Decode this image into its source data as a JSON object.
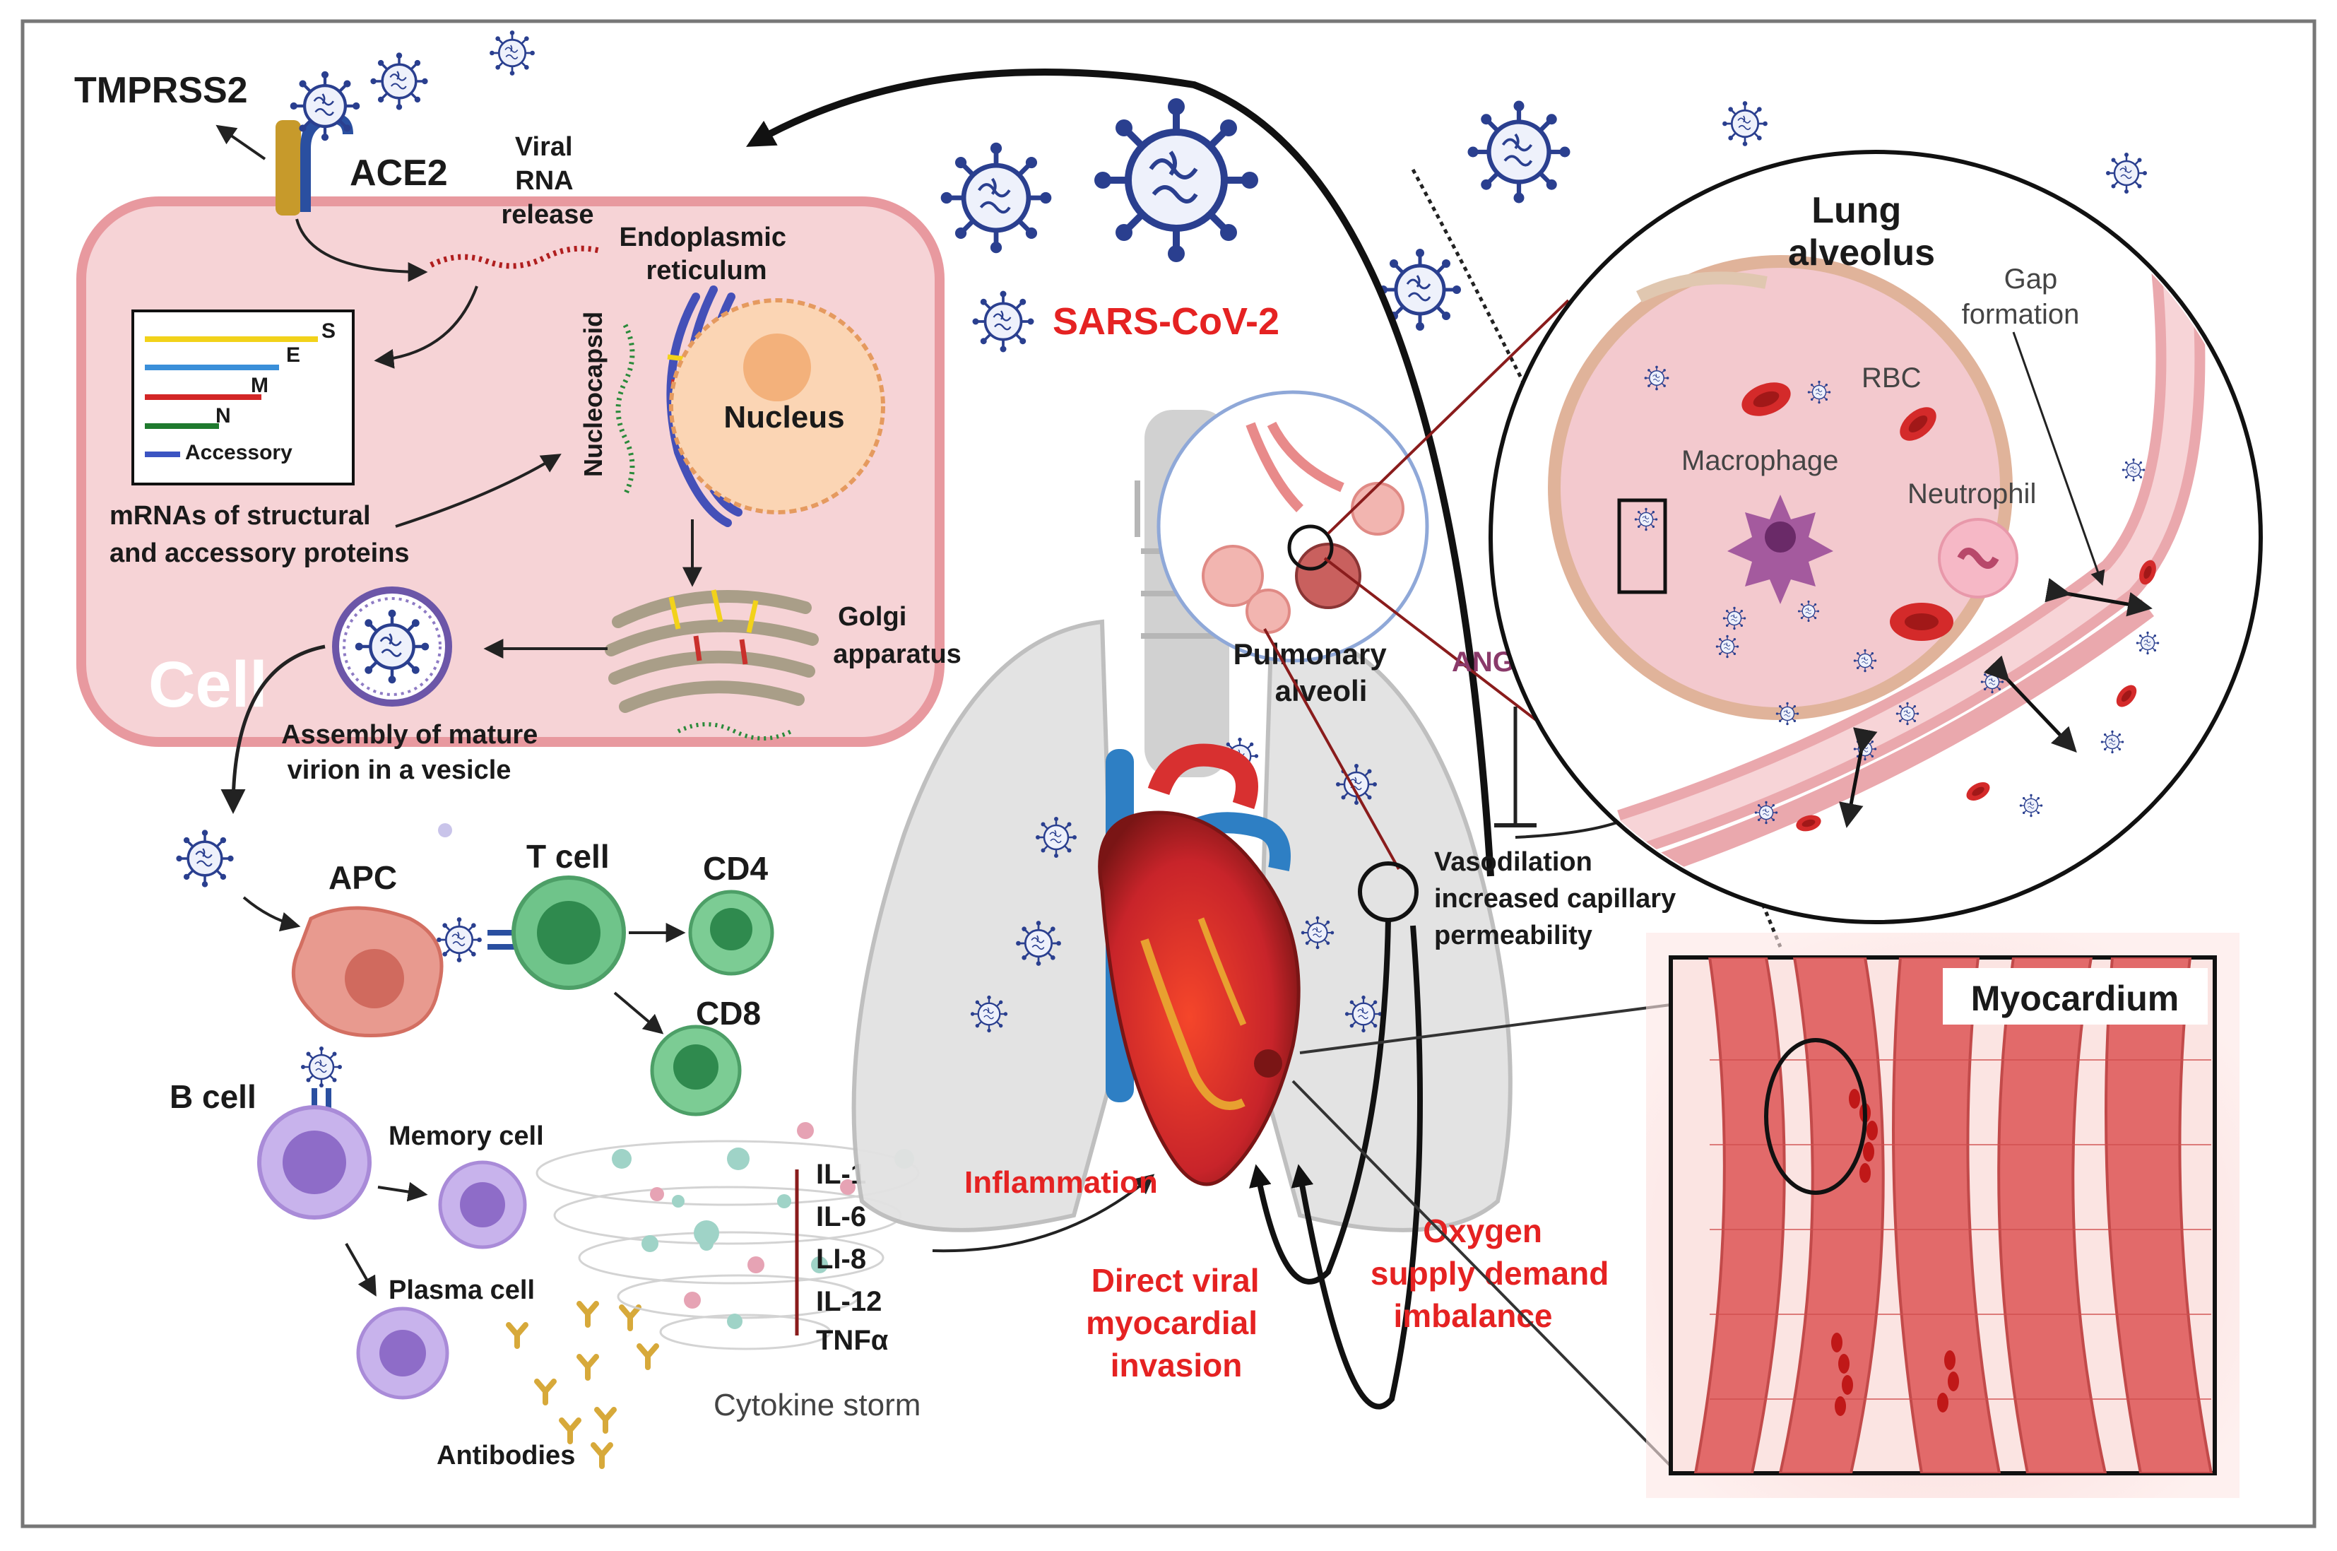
{
  "colors": {
    "cell_fill": "#f6d3d6",
    "cell_border": "#e8999f",
    "virus": "#2a3f8f",
    "alert_red": "#e52222",
    "ang_purple": "#8a3a6a",
    "apc": "#e89a8f",
    "t_cell": "#5db37a",
    "b_cell": "#b49ad8",
    "antibody": "#d7a93a",
    "myocardium": "#e26a6a"
  },
  "cell_section": {
    "tmprss2": "TMPRSS2",
    "ace2": "ACE2",
    "viral_rna_release": [
      "Viral",
      "RNA",
      "release"
    ],
    "er": [
      "Endoplasmic",
      "reticulum"
    ],
    "nucleocapsid": "Nucleocapsid",
    "nucleus": "Nucleus",
    "legend_items": [
      "S",
      "E",
      "M",
      "N",
      "Accessory"
    ],
    "mrna_label": [
      "mRNAs of structural",
      "and accessory proteins"
    ],
    "golgi": [
      "Golgi",
      "apparatus"
    ],
    "cell_word": "Cell",
    "assembly": [
      "Assembly of mature",
      "virion in a vesicle"
    ]
  },
  "immune_section": {
    "apc": "APC",
    "t_cell": "T cell",
    "cd4": "CD4",
    "cd8": "CD8",
    "b_cell": "B cell",
    "memory_cell": "Memory cell",
    "plasma_cell": "Plasma cell",
    "antibodies": "Antibodies",
    "cytokines": [
      "IL-1",
      "IL-6",
      "LI-8",
      "IL-12",
      "TNFα"
    ],
    "cytokine_storm": "Cytokine storm"
  },
  "center_section": {
    "sars": "SARS-CoV-2",
    "pulmonary_alveoli": [
      "Pulmonary",
      "alveoli"
    ],
    "inflammation": "Inflammation",
    "direct_viral": [
      "Direct viral",
      "myocardial",
      "invasion"
    ],
    "oxygen": [
      "Oxygen",
      "supply demand",
      "imbalance"
    ],
    "ang": "ANG (1-7)",
    "vasodilation": [
      "Vasodilation",
      "increased capillary",
      "permeability"
    ]
  },
  "alveolus_section": {
    "title": [
      "Lung",
      "alveolus"
    ],
    "gap": [
      "Gap",
      "formation"
    ],
    "rbc": "RBC",
    "macrophage": "Macrophage",
    "neutrophil": "Neutrophil"
  },
  "myocardium_section": {
    "title": "Myocardium"
  }
}
